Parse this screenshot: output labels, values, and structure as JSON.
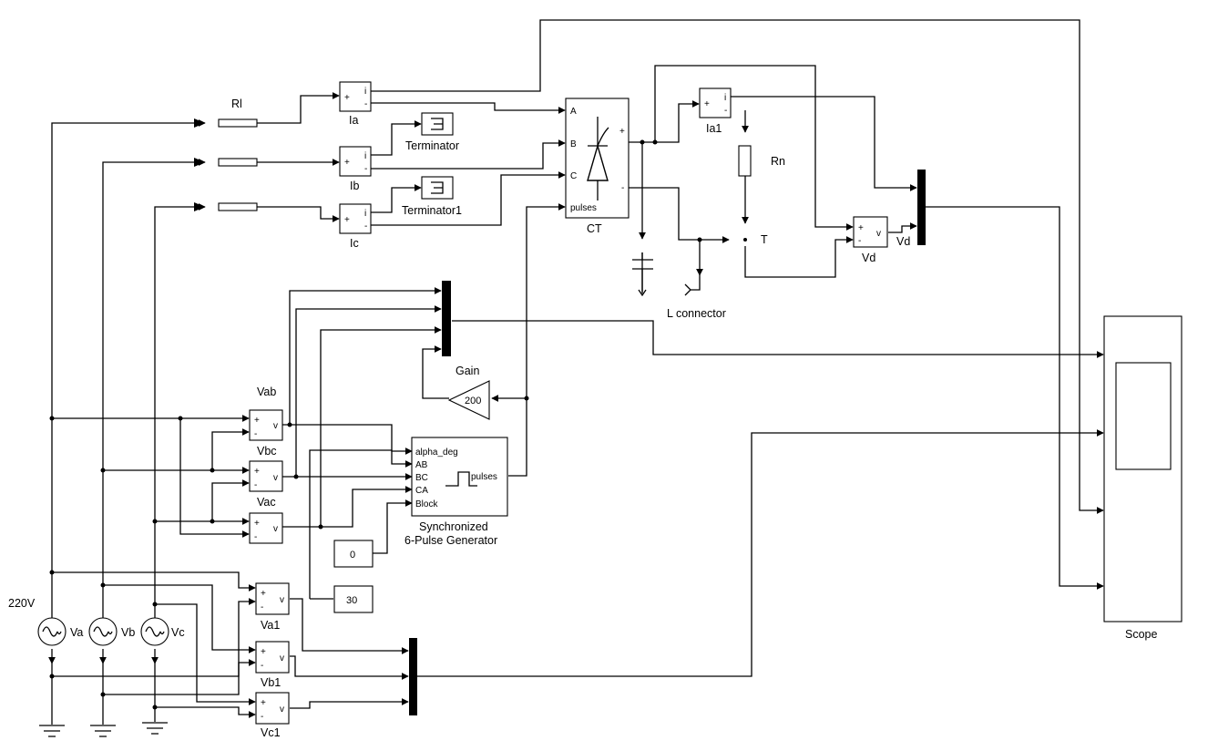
{
  "diagram": {
    "labels": {
      "Rl": "Rl",
      "Ia": "Ia",
      "Ib": "Ib",
      "Ic": "Ic",
      "Terminator": "Terminator",
      "Terminator1": "Terminator1",
      "CT": "CT",
      "Ia1": "Ia1",
      "Rn": "Rn",
      "T": "T",
      "Vd_block": "Vd",
      "Vd_signal": "Vd",
      "L_connector": "L connector",
      "Gain": "Gain",
      "gain_value": "200",
      "Vab": "Vab",
      "Vbc": "Vbc",
      "Vac": "Vac",
      "sync_line1": "Synchronized",
      "sync_line2": "6-Pulse Generator",
      "const0": "0",
      "const30": "30",
      "source_voltage": "220V",
      "Va": "Va",
      "Vb": "Vb",
      "Vc": "Vc",
      "Va1": "Va1",
      "Vb1": "Vb1",
      "Vc1": "Vc1",
      "Scope": "Scope"
    },
    "ports": {
      "plus": "+",
      "minus": "-",
      "i": "i",
      "v": "v",
      "ct_A": "A",
      "ct_B": "B",
      "ct_C": "C",
      "ct_pulses": "pulses",
      "sync_alpha": "alpha_deg",
      "sync_AB": "AB",
      "sync_BC": "BC",
      "sync_CA": "CA",
      "sync_Block": "Block",
      "sync_out": "pulses"
    }
  }
}
